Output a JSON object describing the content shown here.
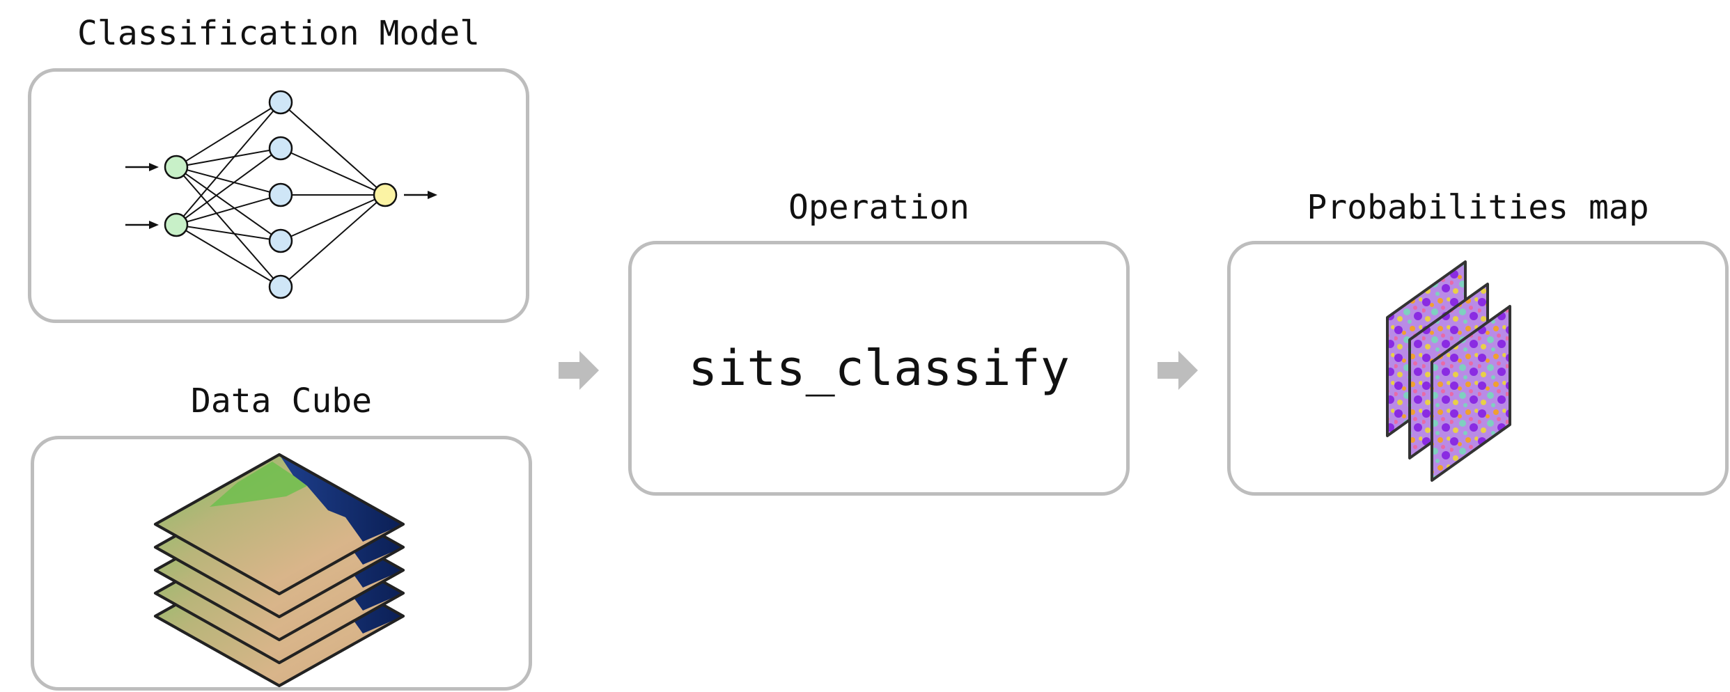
{
  "classification_model": {
    "title": "Classification Model"
  },
  "data_cube": {
    "title": "Data Cube"
  },
  "operation": {
    "title": "Operation",
    "function": "sits_classify"
  },
  "probabilities_map": {
    "title": "Probabilities map"
  },
  "colors": {
    "box_border": "#bdbdbd",
    "flow_arrow": "#bdbdbd",
    "input_node": "#c8f0c8",
    "hidden_node": "#cfe6f7",
    "output_node": "#fbf3a4"
  }
}
